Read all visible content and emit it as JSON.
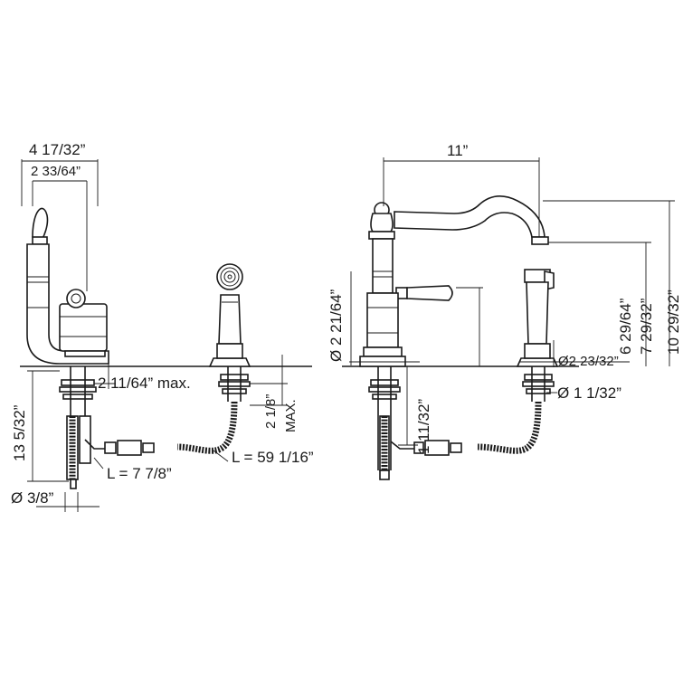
{
  "side_view": {
    "dims": {
      "overall_width": "4 17/32”",
      "lever_offset": "2 33/64”",
      "deck_thickness": "2 11/64” max.",
      "shank_length": "13 5/32”",
      "supply_diameter": "Ø 3/8”",
      "supply_length": "L = 7 7/8”",
      "spray_hose_length": "L = 59 1/16”",
      "spray_max_line1": "2 1/8”",
      "spray_max_line2": "MAX."
    }
  },
  "front_view": {
    "dims": {
      "spout_reach": "11”",
      "body_diameter": "Ø 2 21/64”",
      "overall_height": "10 29/32”",
      "spout_outlet_height": "7 29/32”",
      "handle_height": "6 29/64”",
      "spray_base_diameter": "Ø2 23/32”",
      "hole_diameter": "Ø 1 1/32”",
      "below_deck": "1 11/32”"
    }
  }
}
